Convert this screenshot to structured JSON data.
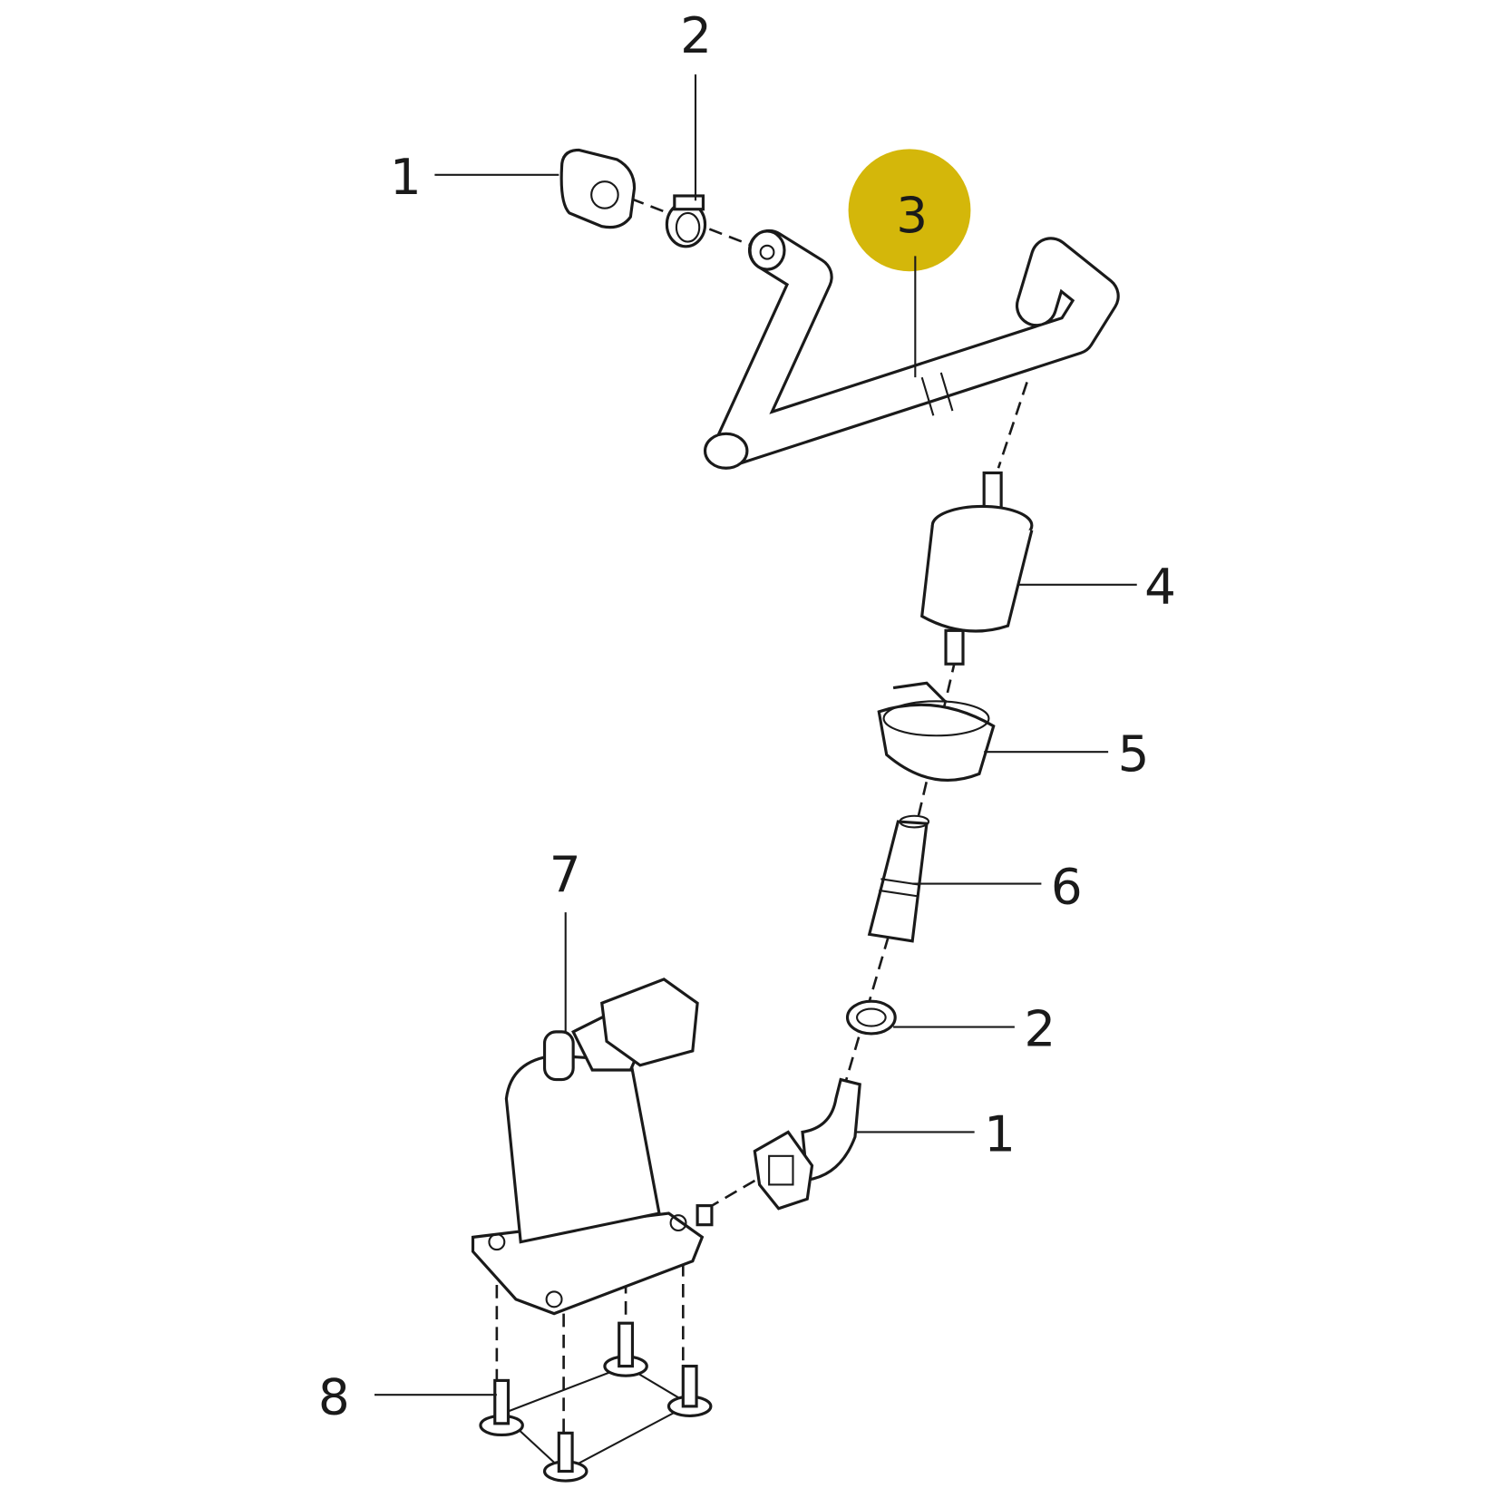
{
  "diagram": {
    "highlight_color": "#d4b70a",
    "highlighted_callout": "3",
    "callouts": [
      {
        "id": "quick-connector-top",
        "label": "1"
      },
      {
        "id": "hose-clamp-top",
        "label": "2"
      },
      {
        "id": "fuel-hose",
        "label": "3"
      },
      {
        "id": "fuel-filter",
        "label": "4"
      },
      {
        "id": "filter-bracket",
        "label": "5"
      },
      {
        "id": "hose-connector",
        "label": "6"
      },
      {
        "id": "fuel-pump",
        "label": "7"
      },
      {
        "id": "bolt",
        "label": "8"
      },
      {
        "id": "hose-clamp-bottom",
        "label": "2"
      },
      {
        "id": "quick-connector-bottom",
        "label": "1"
      }
    ]
  }
}
